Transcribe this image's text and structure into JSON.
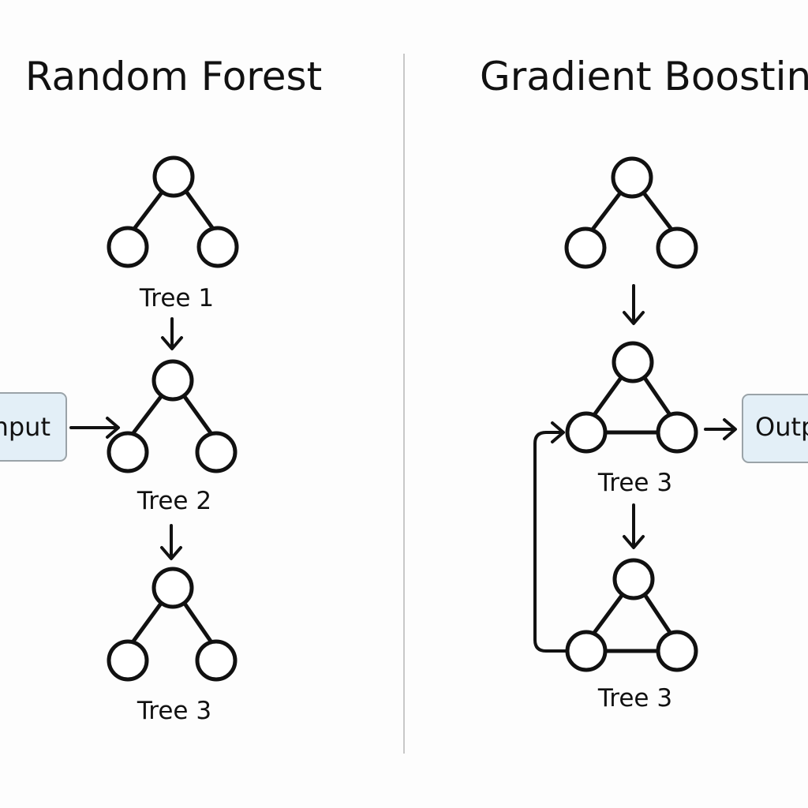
{
  "random_forest": {
    "title": "Random Forest",
    "trees": [
      "Tree 1",
      "Tree 2",
      "Tree 3"
    ],
    "input_label": "Input"
  },
  "gradient_boosting": {
    "title": "Gradient Boosting",
    "trees": [
      "Tree 3",
      "Tree 3"
    ],
    "output_label": "Output"
  },
  "colors": {
    "box_fill": "#e3eff7",
    "box_stroke": "#9aa3a8",
    "ink": "#111111",
    "divider": "#c8c8c8"
  }
}
